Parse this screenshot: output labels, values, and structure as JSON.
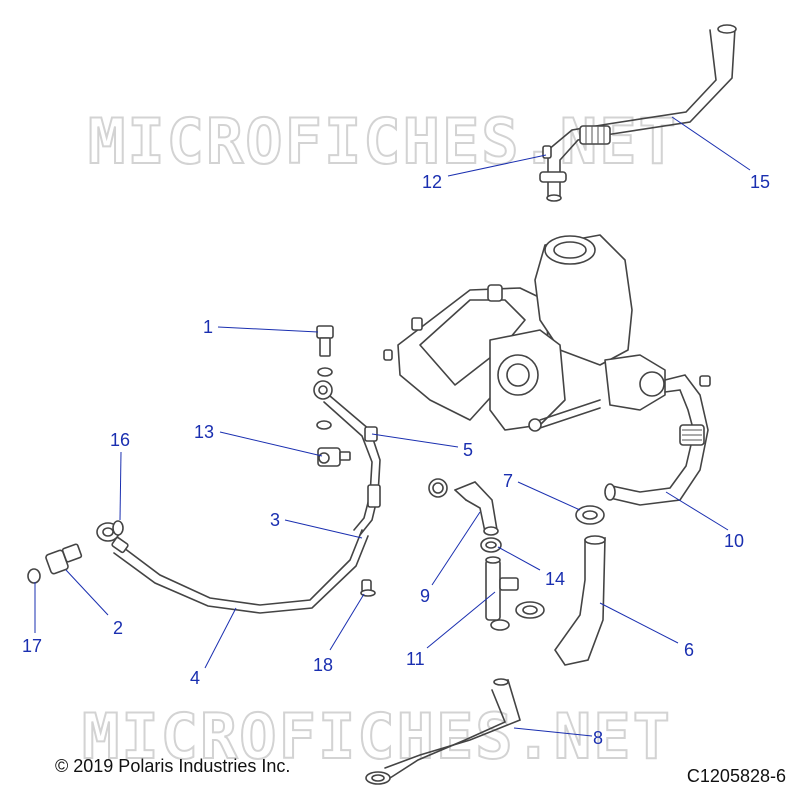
{
  "watermark": "MICROFICHES.NET",
  "copyright": "© 2019 Polaris Industries Inc.",
  "figure_id": "C1205828-6",
  "callouts": [
    "1",
    "2",
    "3",
    "4",
    "5",
    "6",
    "7",
    "8",
    "9",
    "10",
    "11",
    "12",
    "13",
    "14",
    "15",
    "16",
    "17",
    "18"
  ],
  "colors": {
    "callout": "#1a2fb0",
    "linework": "#444444",
    "watermark": "#d3d3d3"
  }
}
